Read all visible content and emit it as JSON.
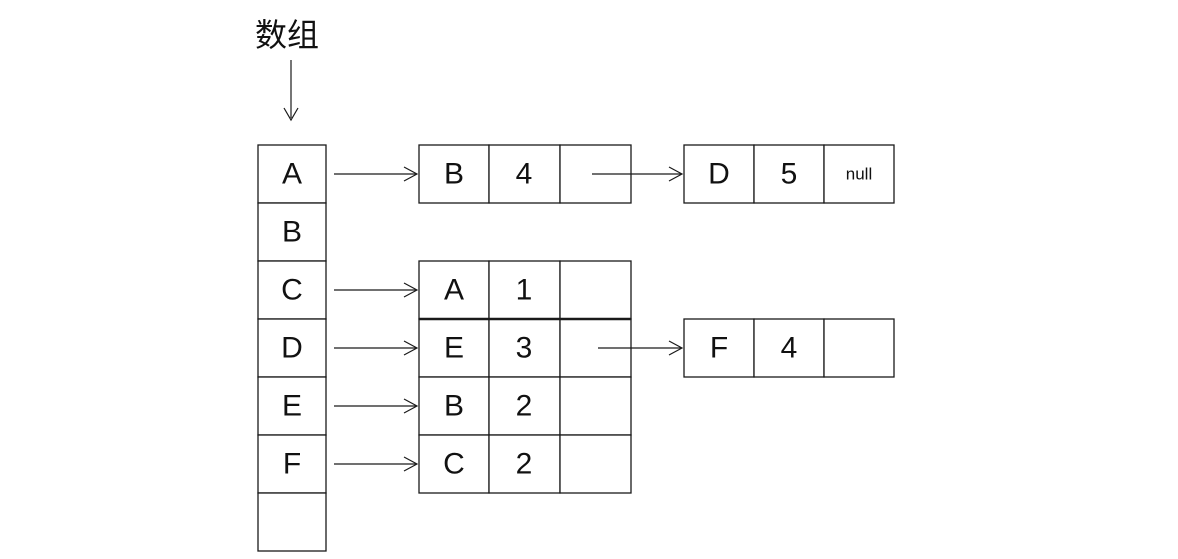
{
  "title": "数组",
  "array": [
    "A",
    "B",
    "C",
    "D",
    "E",
    "F",
    ""
  ],
  "nodes": [
    {
      "id": "node-b4",
      "cells": [
        "B",
        "4",
        ""
      ]
    },
    {
      "id": "node-d5",
      "cells": [
        "D",
        "5",
        "null"
      ]
    },
    {
      "id": "node-a1",
      "cells": [
        "A",
        "1",
        ""
      ]
    },
    {
      "id": "node-e3",
      "cells": [
        "E",
        "3",
        ""
      ]
    },
    {
      "id": "node-b2",
      "cells": [
        "B",
        "2",
        ""
      ]
    },
    {
      "id": "node-c2",
      "cells": [
        "C",
        "2",
        ""
      ]
    },
    {
      "id": "node-f4",
      "cells": [
        "F",
        "4",
        ""
      ]
    }
  ],
  "colors": {
    "stroke": "#1a1a1a",
    "text": "#111111",
    "background": "#ffffff"
  }
}
